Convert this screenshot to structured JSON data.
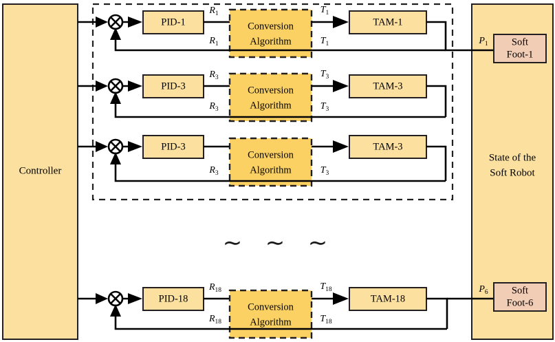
{
  "diagram": {
    "title": "Soft robot multi-loop PID control block diagram",
    "colors": {
      "block_fill": "#fbe0a0",
      "block_fill_alt": "#fbd163",
      "soft_foot_fill": "#f2cdb6",
      "stroke": "#231f20",
      "wire": "#000000",
      "background": "#ffffff"
    },
    "controller": {
      "label": "Controller"
    },
    "state_block": {
      "line1": "State of the",
      "line2": "Soft Robot"
    },
    "ellipsis": {
      "glyph": "∼",
      "count": 3
    },
    "rows": [
      {
        "id": "row-1",
        "pid": "PID-1",
        "conversion": {
          "line1": "Conversion",
          "line2": "Algorithm"
        },
        "tam": "TAM-1",
        "forward_signal": {
          "base": "R",
          "sub": "1"
        },
        "feedback_signal": {
          "base": "R",
          "sub": "1"
        },
        "forward_torque": {
          "base": "T",
          "sub": "1"
        },
        "feedback_torque": {
          "base": "T",
          "sub": "1"
        },
        "show_forward_signal": true,
        "show_forward_torque": true
      },
      {
        "id": "row-2",
        "pid": "PID-3",
        "conversion": {
          "line1": "Conversion",
          "line2": "Algorithm"
        },
        "tam": "TAM-3",
        "forward_signal": {
          "base": "R",
          "sub": "3"
        },
        "feedback_signal": {
          "base": "R",
          "sub": "3"
        },
        "forward_torque": {
          "base": "T",
          "sub": "3"
        },
        "feedback_torque": {
          "base": "T",
          "sub": "3"
        },
        "show_forward_signal": true,
        "show_forward_torque": true
      },
      {
        "id": "row-3",
        "pid": "PID-3",
        "conversion": {
          "line1": "Conversion",
          "line2": "Algorithm"
        },
        "tam": "TAM-3",
        "forward_signal": {
          "base": "",
          "sub": ""
        },
        "feedback_signal": {
          "base": "R",
          "sub": "3"
        },
        "forward_torque": {
          "base": "",
          "sub": ""
        },
        "feedback_torque": {
          "base": "T",
          "sub": "3"
        },
        "show_forward_signal": false,
        "show_forward_torque": false
      },
      {
        "id": "row-4",
        "pid": "PID-18",
        "conversion": {
          "line1": "Conversion",
          "line2": "Algorithm"
        },
        "tam": "TAM-18",
        "forward_signal": {
          "base": "R",
          "sub": "18"
        },
        "feedback_signal": {
          "base": "R",
          "sub": "18"
        },
        "forward_torque": {
          "base": "T",
          "sub": "18"
        },
        "feedback_torque": {
          "base": "T",
          "sub": "18"
        },
        "show_forward_signal": true,
        "show_forward_torque": true
      }
    ],
    "soft_feet": [
      {
        "id": "soft-foot-1",
        "line1": "Soft",
        "line2": "Foot-1",
        "pressure": {
          "base": "P",
          "sub": "1"
        }
      },
      {
        "id": "soft-foot-6",
        "line1": "Soft",
        "line2": "Foot-6",
        "pressure": {
          "base": "P",
          "sub": "6"
        }
      }
    ]
  }
}
